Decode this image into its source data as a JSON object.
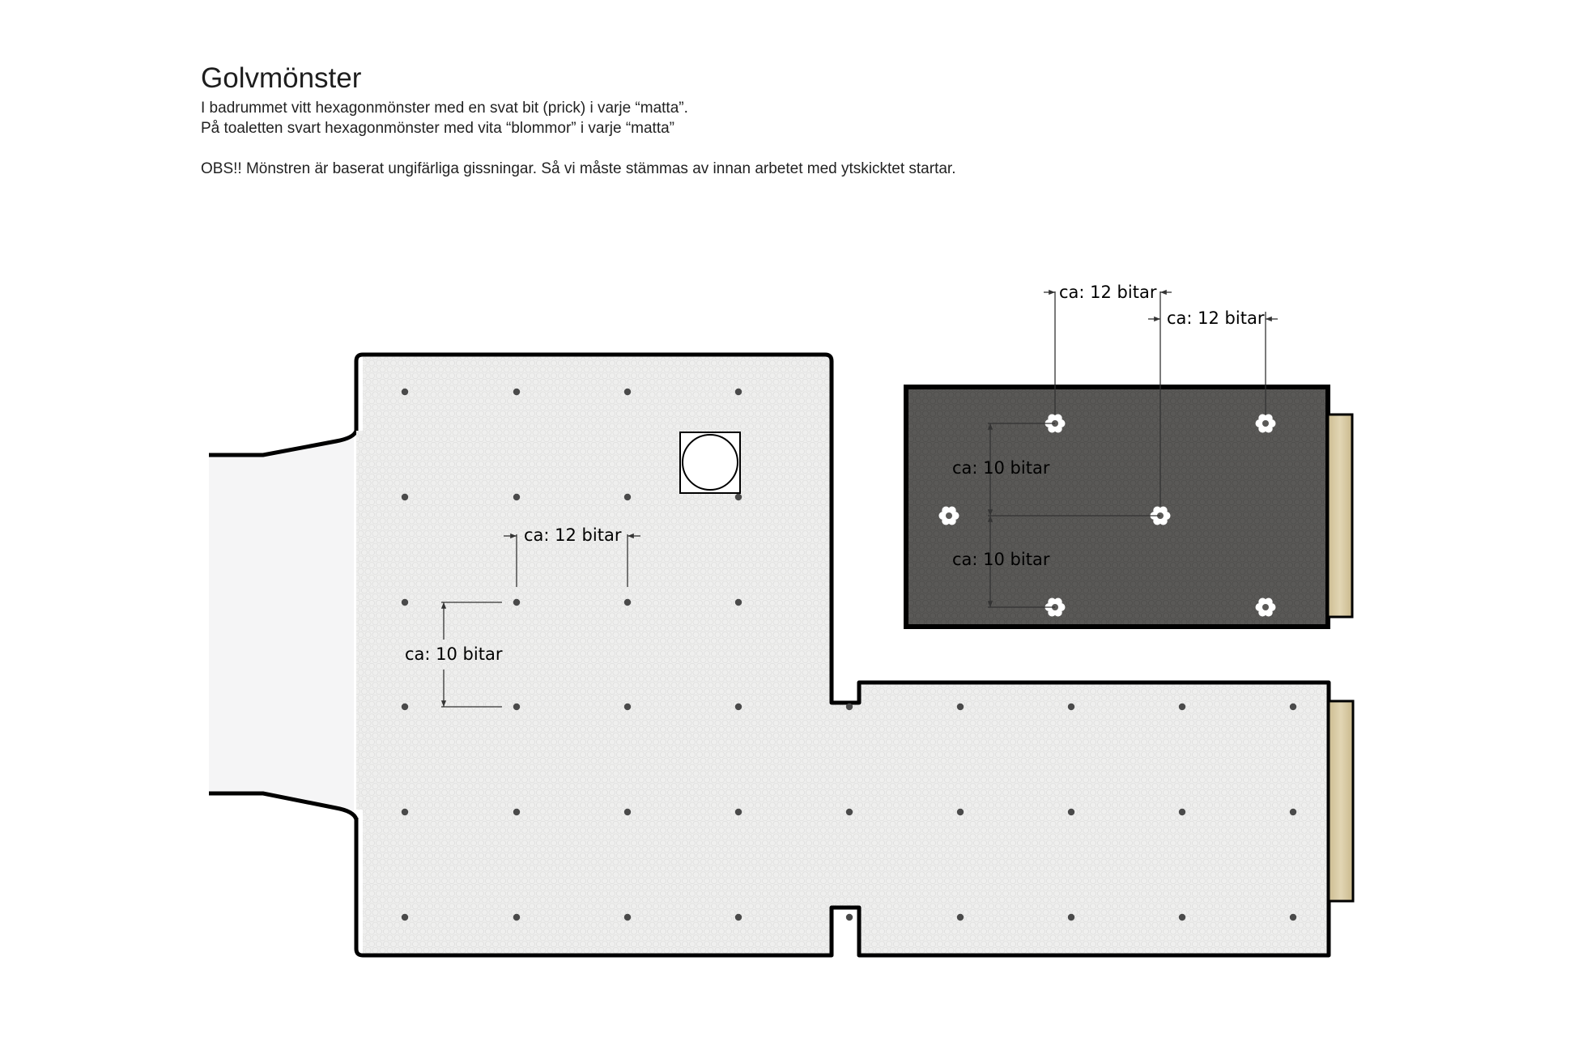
{
  "header": {
    "title": "Golvmönster",
    "line1": "I badrummet vitt hexagonmönster med en svat bit (prick) i varje “matta”.",
    "line2": "På toaletten svart hexagonmönster med vita “blommor” i varje “matta”",
    "note": "OBS!!  Mönstren är baserat ungifärliga gissningar. Så vi måste stämmas av innan arbetet med ytskicktet startar."
  },
  "bathroom": {
    "horizontal_label": "ca: 12 bitar",
    "vertical_label": "ca: 10 bitar"
  },
  "toilet": {
    "horizontal_label_1": "ca: 12 bitar",
    "horizontal_label_2": "ca: 12 bitar",
    "vertical_label_1": "ca: 10 bitar",
    "vertical_label_2": "ca: 10 bitar"
  },
  "colors": {
    "light_tile": "#efefee",
    "dark_tile": "#5a5957",
    "wall": "#000000",
    "threshold_wood": "#d8c9a3"
  }
}
